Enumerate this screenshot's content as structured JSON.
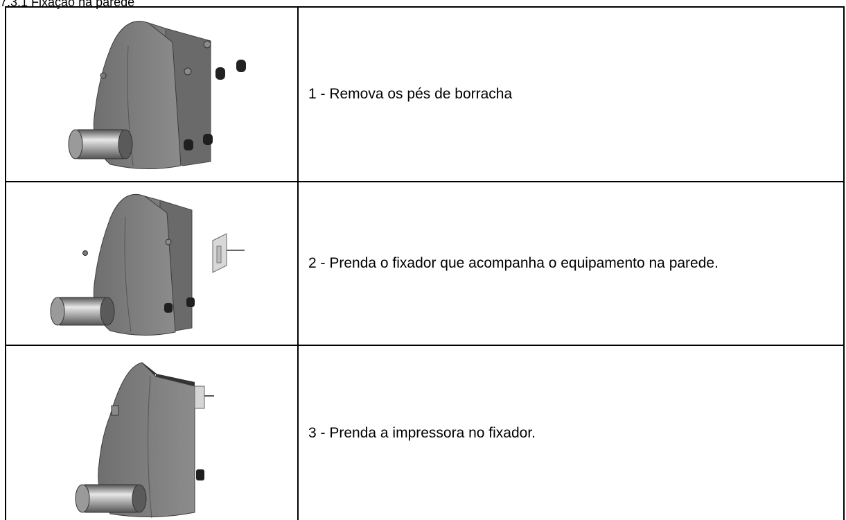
{
  "top_fragment": "7.3.1 Fixação na parede",
  "steps": [
    {
      "number": "1",
      "text": "1 - Remova os pés de borracha",
      "image": "printer-remove-rubber-feet-illustration"
    },
    {
      "number": "2",
      "text": "2 - Prenda o fixador que acompanha o equipamento na parede.",
      "image": "printer-wall-bracket-illustration"
    },
    {
      "number": "3",
      "text": "3 - Prenda a impressora no fixador.",
      "image": "printer-attached-to-bracket-illustration"
    }
  ]
}
